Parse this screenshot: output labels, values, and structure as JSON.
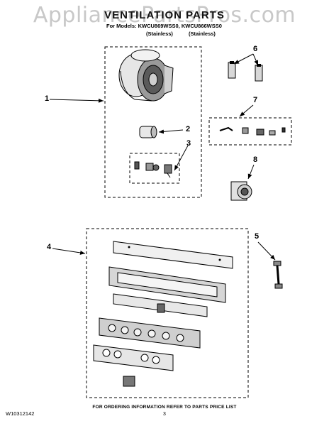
{
  "watermark": "AppliancePartsPros.com",
  "header": {
    "title": "VENTILATION PARTS",
    "models_line": "For Models: KWCU869WSS0, KWCU866WSS0",
    "finish_1": "(Stainless)",
    "finish_2": "(Stainless)"
  },
  "callouts": [
    "1",
    "2",
    "3",
    "4",
    "5",
    "6",
    "7",
    "8"
  ],
  "footer": {
    "doc_number": "W10312142",
    "ordering_note": "FOR ORDERING INFORMATION REFER TO PARTS PRICE LIST",
    "page": "3"
  }
}
